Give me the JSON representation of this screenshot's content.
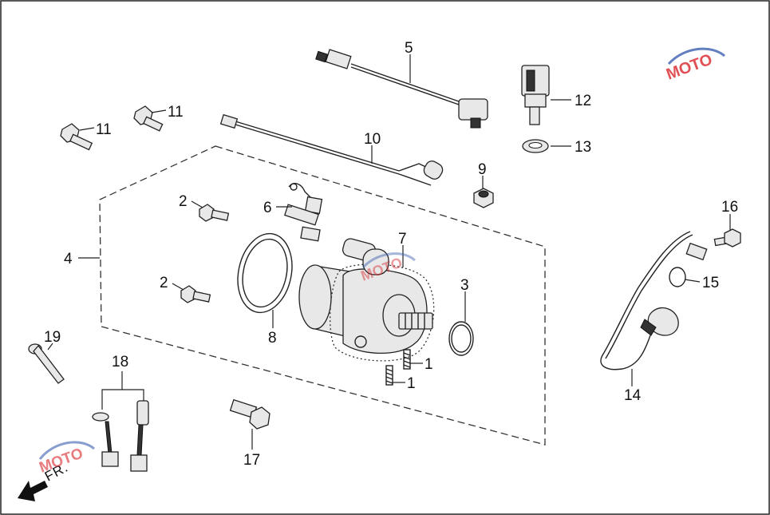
{
  "callouts": [
    {
      "id": "1a",
      "text": "1"
    },
    {
      "id": "1b",
      "text": "1"
    },
    {
      "id": "2a",
      "text": "2"
    },
    {
      "id": "2b",
      "text": "2"
    },
    {
      "id": "3",
      "text": "3"
    },
    {
      "id": "4",
      "text": "4"
    },
    {
      "id": "5",
      "text": "5"
    },
    {
      "id": "6",
      "text": "6"
    },
    {
      "id": "7",
      "text": "7"
    },
    {
      "id": "8",
      "text": "8"
    },
    {
      "id": "9",
      "text": "9"
    },
    {
      "id": "10",
      "text": "10"
    },
    {
      "id": "11a",
      "text": "11"
    },
    {
      "id": "11b",
      "text": "11"
    },
    {
      "id": "12",
      "text": "12"
    },
    {
      "id": "13",
      "text": "13"
    },
    {
      "id": "14",
      "text": "14"
    },
    {
      "id": "15",
      "text": "15"
    },
    {
      "id": "16",
      "text": "16"
    },
    {
      "id": "17",
      "text": "17"
    },
    {
      "id": "18",
      "text": "18"
    },
    {
      "id": "19",
      "text": "19"
    }
  ],
  "direction_label": "FR.",
  "watermark": "MOTO",
  "colors": {
    "line": "#222222",
    "watermark_red": "#d9252a",
    "watermark_blue": "#3a5fb0"
  }
}
